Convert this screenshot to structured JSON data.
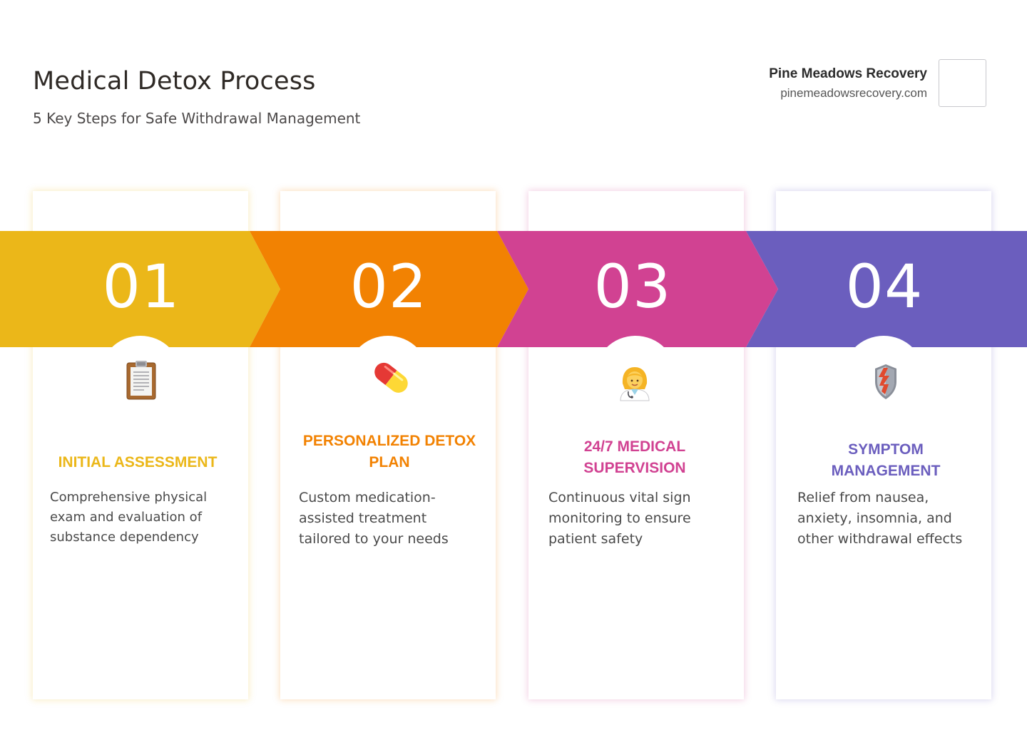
{
  "header": {
    "title": "Medical Detox Process",
    "subtitle": "5 Key Steps for Safe Withdrawal Management"
  },
  "brand": {
    "name": "Pine Meadows Recovery",
    "url": "pinemeadowsrecovery.com"
  },
  "steps": [
    {
      "number": "01",
      "title": "INITIAL ASSESSMENT",
      "description": "Comprehensive physical exam and evaluation of substance dependency",
      "icon": "clipboard-icon",
      "color": "#EBB719"
    },
    {
      "number": "02",
      "title": "PERSONALIZED DETOX PLAN",
      "description": "Custom medication-assisted treatment tailored to your needs",
      "icon": "pill-icon",
      "color": "#F28202"
    },
    {
      "number": "03",
      "title": "24/7 MEDICAL SUPERVISION",
      "description": "Continuous vital sign monitoring to ensure patient safety",
      "icon": "health-worker-icon",
      "color": "#D14292"
    },
    {
      "number": "04",
      "title": "SYMPTOM MANAGEMENT",
      "description": "Relief from nausea, anxiety, insomnia, and other withdrawal effects",
      "icon": "shield-icon",
      "color": "#6B5EBE"
    }
  ]
}
